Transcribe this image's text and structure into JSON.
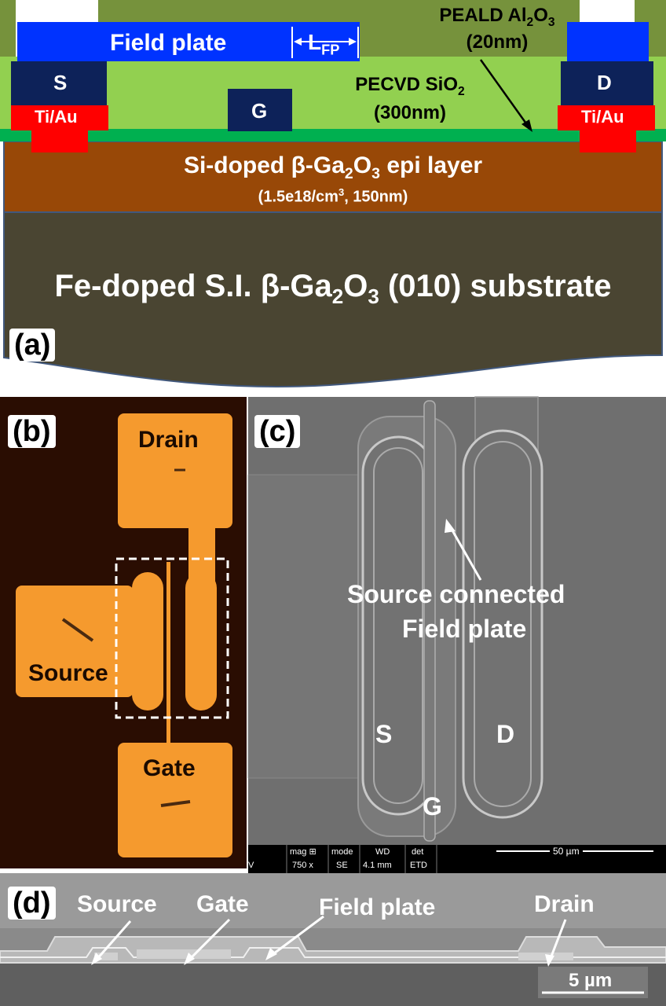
{
  "panel_a": {
    "panel_label": "(a)",
    "field_plate": "Field plate",
    "lfp_main": "L",
    "lfp_sub": "FP",
    "peald_l1_pre": "PEALD Al",
    "peald_l1_sub1": "2",
    "peald_l1_mid": "O",
    "peald_l1_sub2": "3",
    "peald_l2": "(20nm)",
    "pecvd_l1_pre": "PECVD SiO",
    "pecvd_l1_sub": "2",
    "pecvd_l2": "(300nm)",
    "s": "S",
    "d": "D",
    "g": "G",
    "tiau_left": "Ti/Au",
    "tiau_right": "Ti/Au",
    "epi_pre": "Si-doped β-Ga",
    "epi_sub1": "2",
    "epi_mid": "O",
    "epi_sub2": "3",
    "epi_post": " epi layer",
    "epi2_pre": "(1.5e18/cm",
    "epi2_sup": "3",
    "epi2_post": ", 150nm)",
    "sub_pre": "Fe-doped S.I. β-Ga",
    "sub_sub1": "2",
    "sub_mid": "O",
    "sub_sub2": "3",
    "sub_post": " (010) substrate"
  },
  "panel_b": {
    "panel_label": "(b)",
    "drain": "Drain",
    "source": "Source",
    "gate": "Gate"
  },
  "panel_c": {
    "panel_label": "(c)",
    "annot_l1": "Source connected",
    "annot_l2": "Field plate",
    "s": "S",
    "d": "D",
    "g": "G",
    "sem_bar": {
      "mag_h": "mag ⊞",
      "mag_v": "750 x",
      "mode_h": "mode",
      "mode_v": "SE",
      "wd_h": "WD",
      "wd_v": "4.1 mm",
      "det_h": "det",
      "det_v": "ETD",
      "left_v": "V",
      "scale": "50 µm"
    }
  },
  "panel_d": {
    "panel_label": "(d)",
    "source": "Source",
    "gate": "Gate",
    "field_plate": "Field plate",
    "drain": "Drain",
    "scale": "5 µm"
  },
  "colors": {
    "peald": "#76923c",
    "sio2": "#92d050",
    "field_plate": "#0033ff",
    "electrode": "#0d2259",
    "tiau": "#ff0000",
    "thin_layer": "#00b050",
    "epi": "#984807",
    "substrate": "#4a4532",
    "optical_bg": "#2a0d02",
    "optical_pad": "#f59a2e",
    "sem_bg": "#6f6f6f"
  }
}
